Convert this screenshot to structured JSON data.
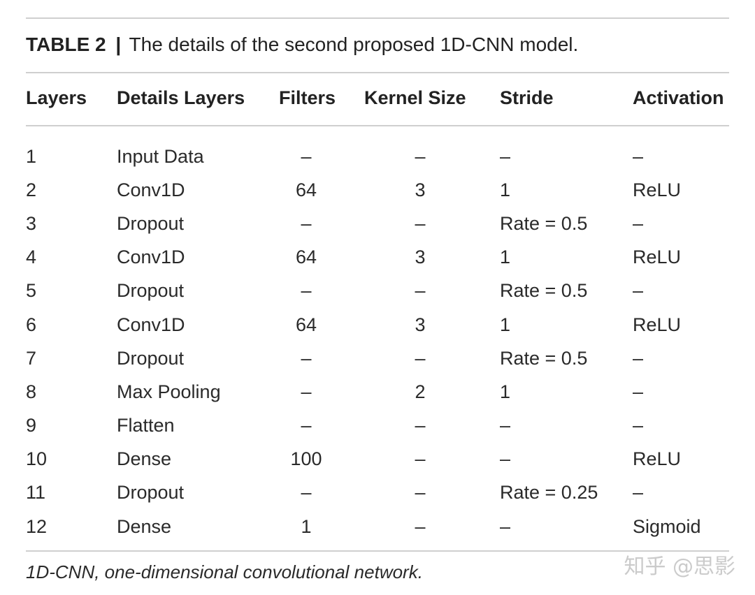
{
  "caption": {
    "label": "TABLE 2",
    "separator": "|",
    "text": "The details of the second proposed 1D-CNN model."
  },
  "table": {
    "headers": [
      "Layers",
      "Details Layers",
      "Filters",
      "Kernel Size",
      "Stride",
      "Activation"
    ],
    "rows": [
      [
        "1",
        "Input Data",
        "–",
        "–",
        "–",
        "–"
      ],
      [
        "2",
        "Conv1D",
        "64",
        "3",
        "1",
        "ReLU"
      ],
      [
        "3",
        "Dropout",
        "–",
        "–",
        "Rate = 0.5",
        "–"
      ],
      [
        "4",
        "Conv1D",
        "64",
        "3",
        "1",
        "ReLU"
      ],
      [
        "5",
        "Dropout",
        "–",
        "–",
        "Rate = 0.5",
        "–"
      ],
      [
        "6",
        "Conv1D",
        "64",
        "3",
        "1",
        "ReLU"
      ],
      [
        "7",
        "Dropout",
        "–",
        "–",
        "Rate = 0.5",
        "–"
      ],
      [
        "8",
        "Max Pooling",
        "–",
        "2",
        "1",
        "–"
      ],
      [
        "9",
        "Flatten",
        "–",
        "–",
        "–",
        "–"
      ],
      [
        "10",
        "Dense",
        "100",
        "–",
        "–",
        "ReLU"
      ],
      [
        "11",
        "Dropout",
        "–",
        "–",
        "Rate = 0.25",
        "–"
      ],
      [
        "12",
        "Dense",
        "1",
        "–",
        "–",
        "Sigmoid"
      ]
    ]
  },
  "footnote": "1D-CNN, one-dimensional convolutional network.",
  "watermark": "知乎 @思影"
}
